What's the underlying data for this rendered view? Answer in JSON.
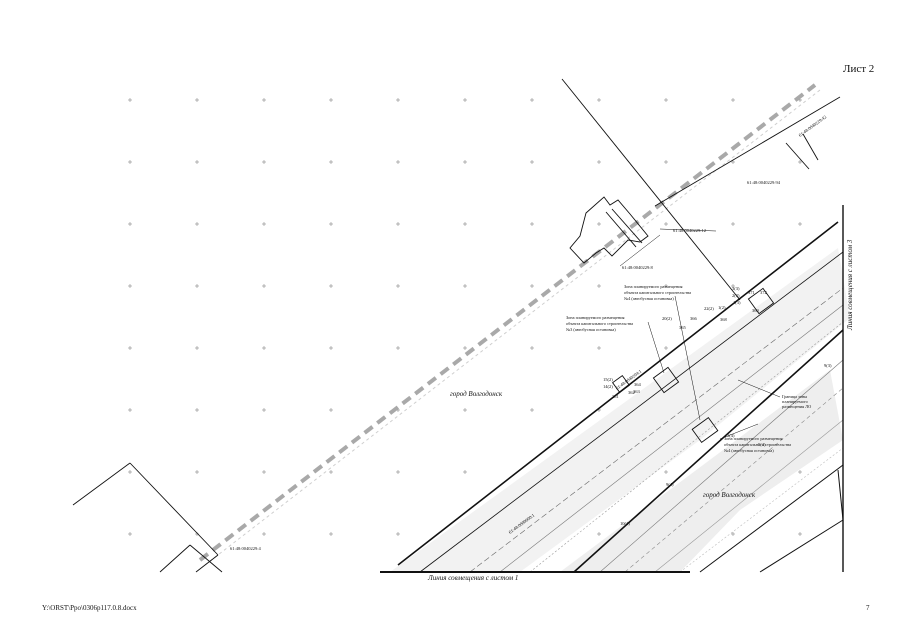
{
  "sheet_label": "Лист 2",
  "footer_path": "Y:\\ORST\\Ppo\\0306p117.0.8.docx",
  "page_number": "7",
  "city_labels": [
    "город Волгодонск",
    "город Волгодонск"
  ],
  "match_lines": [
    "Линия совмещения с листом 1",
    "Линия совмещения с листом 3"
  ],
  "cadastral_labels": [
    "61:48:0040229:42",
    "61:48:0040229:94",
    "61:48:0040229:12",
    "61:48:0040229:8",
    "61:48:0040229:4",
    "61:48:0040204:1",
    "61:48:0000000:1"
  ],
  "zones": [
    {
      "lines": [
        "Зона планируемого размещения",
        "объекта капитального строительства",
        "№4 (автобусная остановка)"
      ]
    },
    {
      "lines": [
        "Зона планируемого размещения",
        "объекта капитального строительства",
        "№3 (автобусная остановка)"
      ]
    },
    {
      "lines": [
        "Зона планируемого размещения",
        "объекта капитального строительства",
        "№4 (автобусная остановка)"
      ]
    }
  ],
  "boundary_label": [
    "Граница зоны",
    "планируемого",
    "размещения ЛО"
  ],
  "point_labels": [
    "3(3)",
    "2(3)",
    "1(3)",
    "371",
    "372",
    "369",
    "368",
    "366",
    "365",
    "22(2)",
    "20(2)",
    "1(2)",
    "364",
    "362",
    "361",
    "363",
    "15(2)",
    "14(2)",
    "5(4)",
    "3(4)",
    "9(4)",
    "10(4)",
    "9(3)"
  ]
}
